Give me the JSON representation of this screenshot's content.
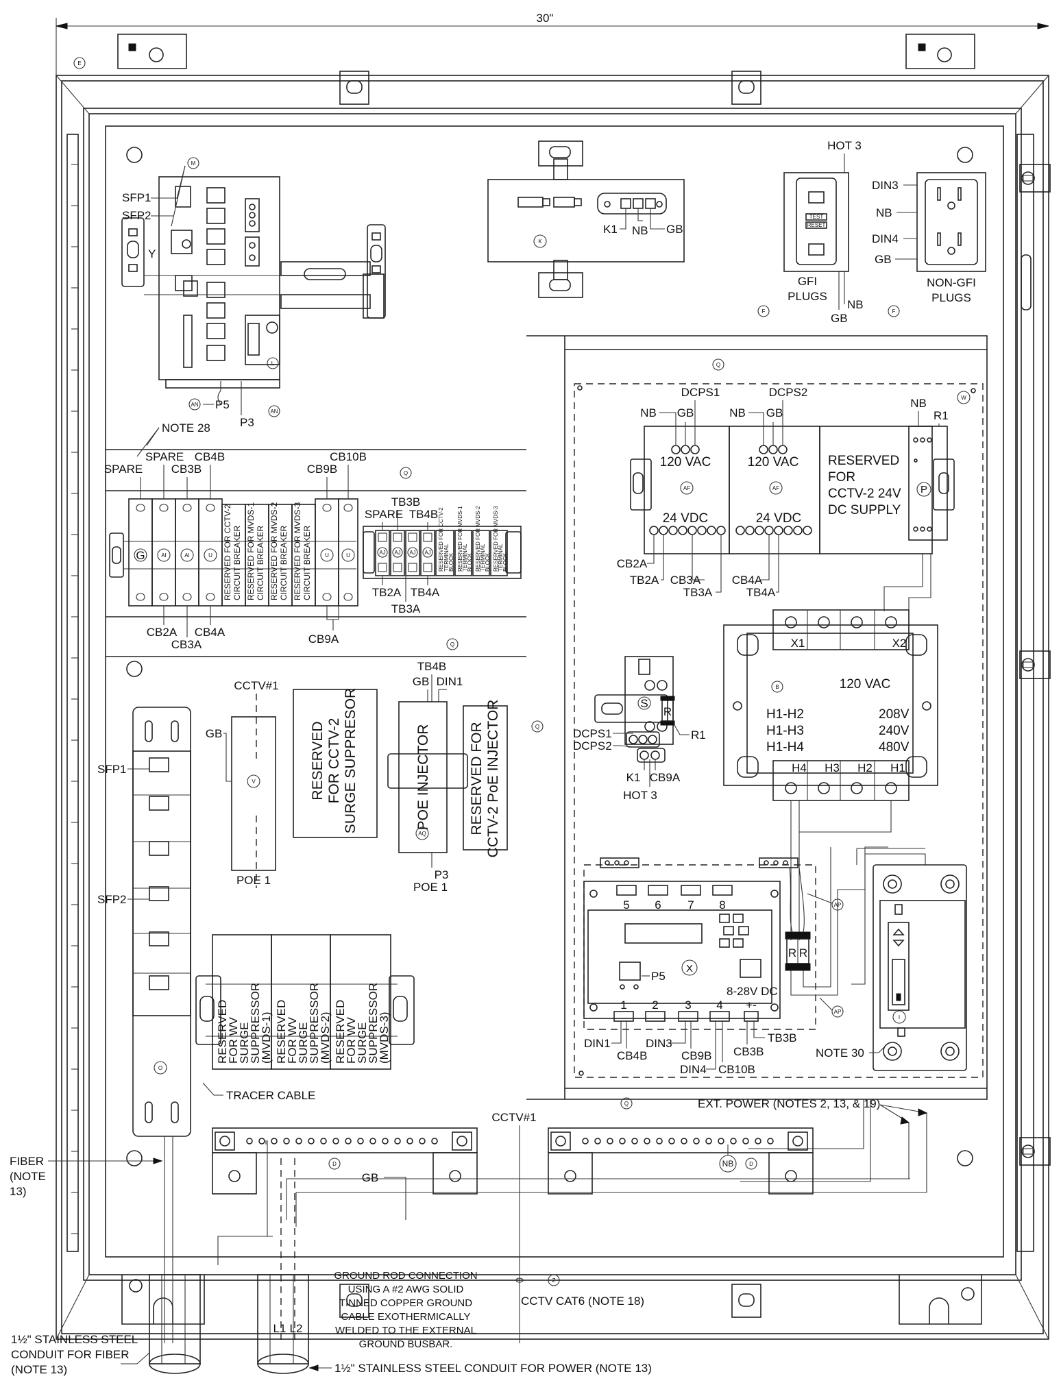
{
  "dimension": {
    "width": "30\""
  },
  "callouts": {
    "E": "E",
    "M": "M",
    "Y": "Y",
    "L": "L",
    "AN": "AN",
    "K": "K",
    "F": "F",
    "Q": "Q",
    "W": "W",
    "AF": "AF",
    "P": "P",
    "G": "G",
    "AI": "AI",
    "U": "U",
    "AJ": "AJ",
    "B": "B",
    "S": "S",
    "R": "R",
    "V": "V",
    "AQ": "AQ",
    "O": "O",
    "X": "X",
    "AP": "AP",
    "I": "I",
    "D": "D",
    "NB": "NB",
    "Z": "Z"
  },
  "switch": {
    "sfp1": "SFP1",
    "sfp2": "SFP2",
    "p5": "P5",
    "p3": "P3"
  },
  "relay_panel": {
    "k1": "K1",
    "nb": "NB",
    "gb": "GB"
  },
  "gfi": {
    "hot3": "HOT 3",
    "label1": "GFI",
    "label2": "PLUGS",
    "nb": "NB",
    "gb": "GB",
    "test": "TEST",
    "reset": "RESET"
  },
  "nongfi": {
    "din3": "DIN3",
    "nb": "NB",
    "din4": "DIN4",
    "gb": "GB",
    "label1": "NON-GFI",
    "label2": "PLUGS"
  },
  "breakers": {
    "note28": "NOTE 28",
    "spare1": "SPARE",
    "spare2": "SPARE",
    "cb3b": "CB3B",
    "cb4b": "CB4B",
    "cb9b": "CB9B",
    "cb10b": "CB10B",
    "cb2a": "CB2A",
    "cb3a": "CB3A",
    "cb4a": "CB4A",
    "cb9a": "CB9A",
    "r1a": "RESERVED FOR CCTV-2",
    "r1b": "CIRCUIT BREAKER",
    "r2a": "RESERVED FOR MVDS-1",
    "r2b": "CIRCUIT BREAKER",
    "r3a": "RESERVED FOR MVDS-2",
    "r3b": "CIRCUIT BREAKER",
    "r4a": "RESERVED FOR MVDS-3",
    "r4b": "CIRCUIT BREAKER"
  },
  "terminal_blocks": {
    "tb3b": "TB3B",
    "spare": "SPARE",
    "tb4b": "TB4B",
    "tb2a": "TB2A",
    "tb4a": "TB4A",
    "tb3a": "TB3A",
    "r1a": "RESERVED FOR CCTV-2",
    "r1b": "TERMINAL",
    "r1c": "BLOCK",
    "r2a": "RESERVED FOR MVDS-1",
    "r2b": "TERMINAL",
    "r2c": "BLOCK",
    "r3a": "RESERVED FOR MVDS-2",
    "r3b": "TERMINAL",
    "r3c": "BLOCK",
    "r4a": "RESERVED FOR MVDS-3",
    "r4b": "TERMINAL",
    "r4c": "BLOCK"
  },
  "dc_supplies": {
    "dcps1": "DCPS1",
    "dcps2": "DCPS2",
    "nb": "NB",
    "gb": "GB",
    "vac": "120 VAC",
    "vdc": "24 VDC",
    "reserved": [
      "RESERVED",
      "FOR",
      "CCTV-2 24V",
      "DC SUPPLY"
    ],
    "r1": "R1",
    "cb2a": "CB2A",
    "tb2a": "TB2A",
    "cb3a": "CB3A",
    "tb3a": "TB3A",
    "cb4a": "CB4A",
    "tb4a": "TB4A"
  },
  "transformer": {
    "x1": "X1",
    "x2": "X2",
    "vac": "120 VAC",
    "rows": [
      {
        "tap": "H1-H2",
        "volts": "208V"
      },
      {
        "tap": "H1-H3",
        "volts": "240V"
      },
      {
        "tap": "H1-H4",
        "volts": "480V"
      }
    ],
    "h4": "H4",
    "h3": "H3",
    "h2": "H2",
    "h1": "H1"
  },
  "relay": {
    "dcps1": "DCPS1",
    "dcps2": "DCPS2",
    "r1": "R1",
    "k1": "K1",
    "cb9a": "CB9A",
    "hot3": "HOT 3"
  },
  "surge": {
    "cctv1": "CCTV#1",
    "gb": "GB",
    "poe1": "POE 1",
    "reserved": [
      "RESERVED",
      "FOR CCTV-2",
      "SURGE SUPPRESOR"
    ]
  },
  "poe": {
    "tb4b": "TB4B",
    "gb": "GB",
    "din1": "DIN1",
    "label": "POE INJECTOR",
    "p3": "P3",
    "poe1": "POE 1",
    "reserved": [
      "RESERVED FOR",
      "CCTV-2 PoE INJECTOR"
    ]
  },
  "fiber_panel": {
    "sfp1": "SFP1",
    "sfp2": "SFP2",
    "tracer": "TRACER CABLE"
  },
  "wv": [
    [
      "RESERVED",
      "FOR WV",
      "SURGE",
      "SUPPRESSOR",
      "(MVDS-1)"
    ],
    [
      "RESERVED",
      "FOR WV",
      "SURGE",
      "SUPPRESSOR",
      "(MVDS-2)"
    ],
    [
      "RESERVED",
      "FOR WV",
      "SURGE",
      "SUPPRESSOR",
      "(MVDS-3)"
    ]
  ],
  "controller": {
    "top": [
      "5",
      "6",
      "7",
      "8"
    ],
    "bottom": [
      "1",
      "2",
      "3",
      "4",
      "+-"
    ],
    "p5": "P5",
    "dc": "8-28V DC",
    "din1": "DIN1",
    "cb4b": "CB4B",
    "din3": "DIN3",
    "cb9b": "CB9B",
    "din4": "DIN4",
    "cb10b": "CB10B",
    "cb3b": "CB3B",
    "tb3b": "TB3B"
  },
  "note30": "NOTE 30",
  "ext_power": "EXT. POWER (NOTES 2, 13, & 19)",
  "busbar": {
    "gb": "GB",
    "cctv1": "CCTV#1"
  },
  "fiber": [
    "FIBER",
    "(NOTE",
    "13)"
  ],
  "ground_rod": [
    "GROUND ROD CONNECTION",
    "USING A #2 AWG SOLID",
    "TINNED COPPER GROUND",
    "CABLE EXOTHERMICALLY",
    "WELDED TO THE EXTERNAL",
    "GROUND BUSBAR."
  ],
  "cctv_cat6": "CCTV CAT6 (NOTE 18)",
  "conduit_fiber": [
    "1½\" STAINLESS STEEL",
    "CONDUIT FOR FIBER",
    "(NOTE 13)"
  ],
  "conduit_power": "1½\" STAINLESS STEEL CONDUIT FOR POWER (NOTE 13)",
  "l1": "L1",
  "l2": "L2"
}
